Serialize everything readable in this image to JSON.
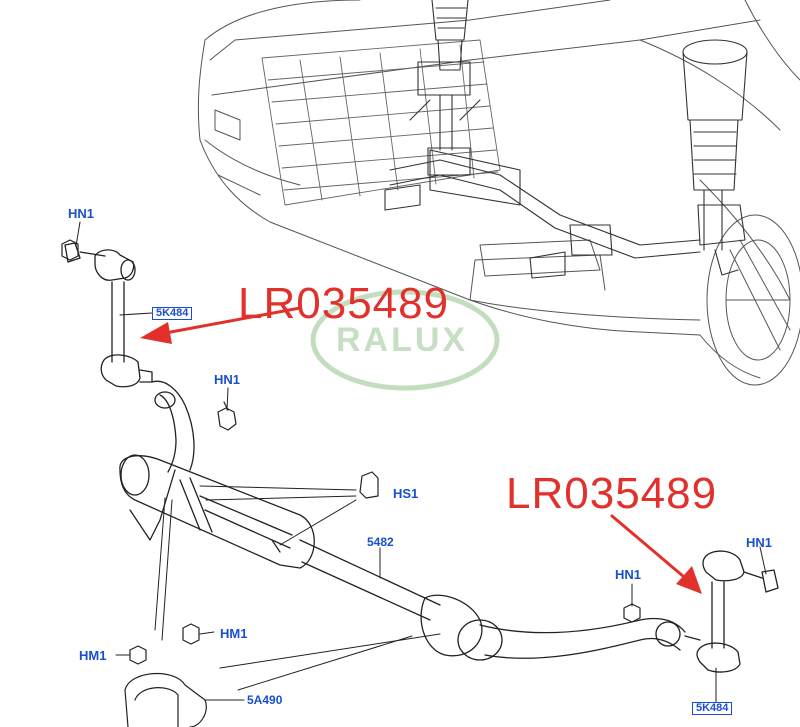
{
  "colors": {
    "label": "#1a4fd0",
    "callout": "#e2302b",
    "line": "#333333",
    "watermark": "#b9d8b3"
  },
  "watermark": {
    "text": "RALUX"
  },
  "callouts": [
    {
      "text": "LR035489"
    },
    {
      "text": "LR035489"
    }
  ],
  "labels": {
    "hn1_top_left": "HN1",
    "link_top_left": "5K484",
    "hn1_mid_left": "HN1",
    "hs1": "HS1",
    "bar": "5482",
    "hn1_right_top": "HN1",
    "hn1_right_mid": "HN1",
    "hm1_center": "HM1",
    "hm1_left": "HM1",
    "bracket": "5A490",
    "link_bottom_right": "5K484"
  }
}
